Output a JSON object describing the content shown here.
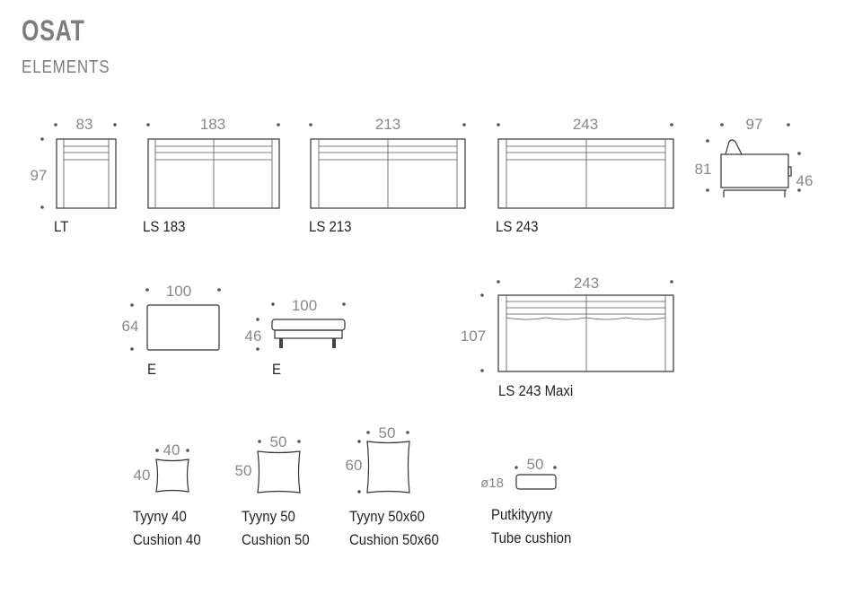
{
  "header": {
    "title": "OSAT",
    "subtitle": "ELEMENTS"
  },
  "elements": [
    {
      "id": "lt",
      "name": "LT",
      "width": "83",
      "depth": "97"
    },
    {
      "id": "ls183",
      "name": "LS 183",
      "width": "183"
    },
    {
      "id": "ls213",
      "name": "LS 213",
      "width": "213"
    },
    {
      "id": "ls243",
      "name": "LS 243",
      "width": "243"
    },
    {
      "id": "side",
      "width": "97",
      "height": "81",
      "seat_height": "46"
    },
    {
      "id": "e_top",
      "name": "E",
      "width": "100",
      "depth": "64"
    },
    {
      "id": "e_side",
      "name": "E",
      "width": "100",
      "height": "46"
    },
    {
      "id": "ls243maxi",
      "name": "LS 243 Maxi",
      "width": "243",
      "depth": "107"
    }
  ],
  "cushions": [
    {
      "id": "c40",
      "name_fi": "Tyyny 40",
      "name_en": "Cushion 40",
      "width": "40",
      "height": "40"
    },
    {
      "id": "c50",
      "name_fi": "Tyyny 50",
      "name_en": "Cushion 50",
      "width": "50",
      "height": "50"
    },
    {
      "id": "c5060",
      "name_fi": "Tyyny 50x60",
      "name_en": "Cushion 50x60",
      "width": "50",
      "height": "60"
    },
    {
      "id": "tube",
      "name_fi": "Putkityyny",
      "name_en": "Tube cushion",
      "width": "50",
      "diameter": "ø18"
    }
  ]
}
